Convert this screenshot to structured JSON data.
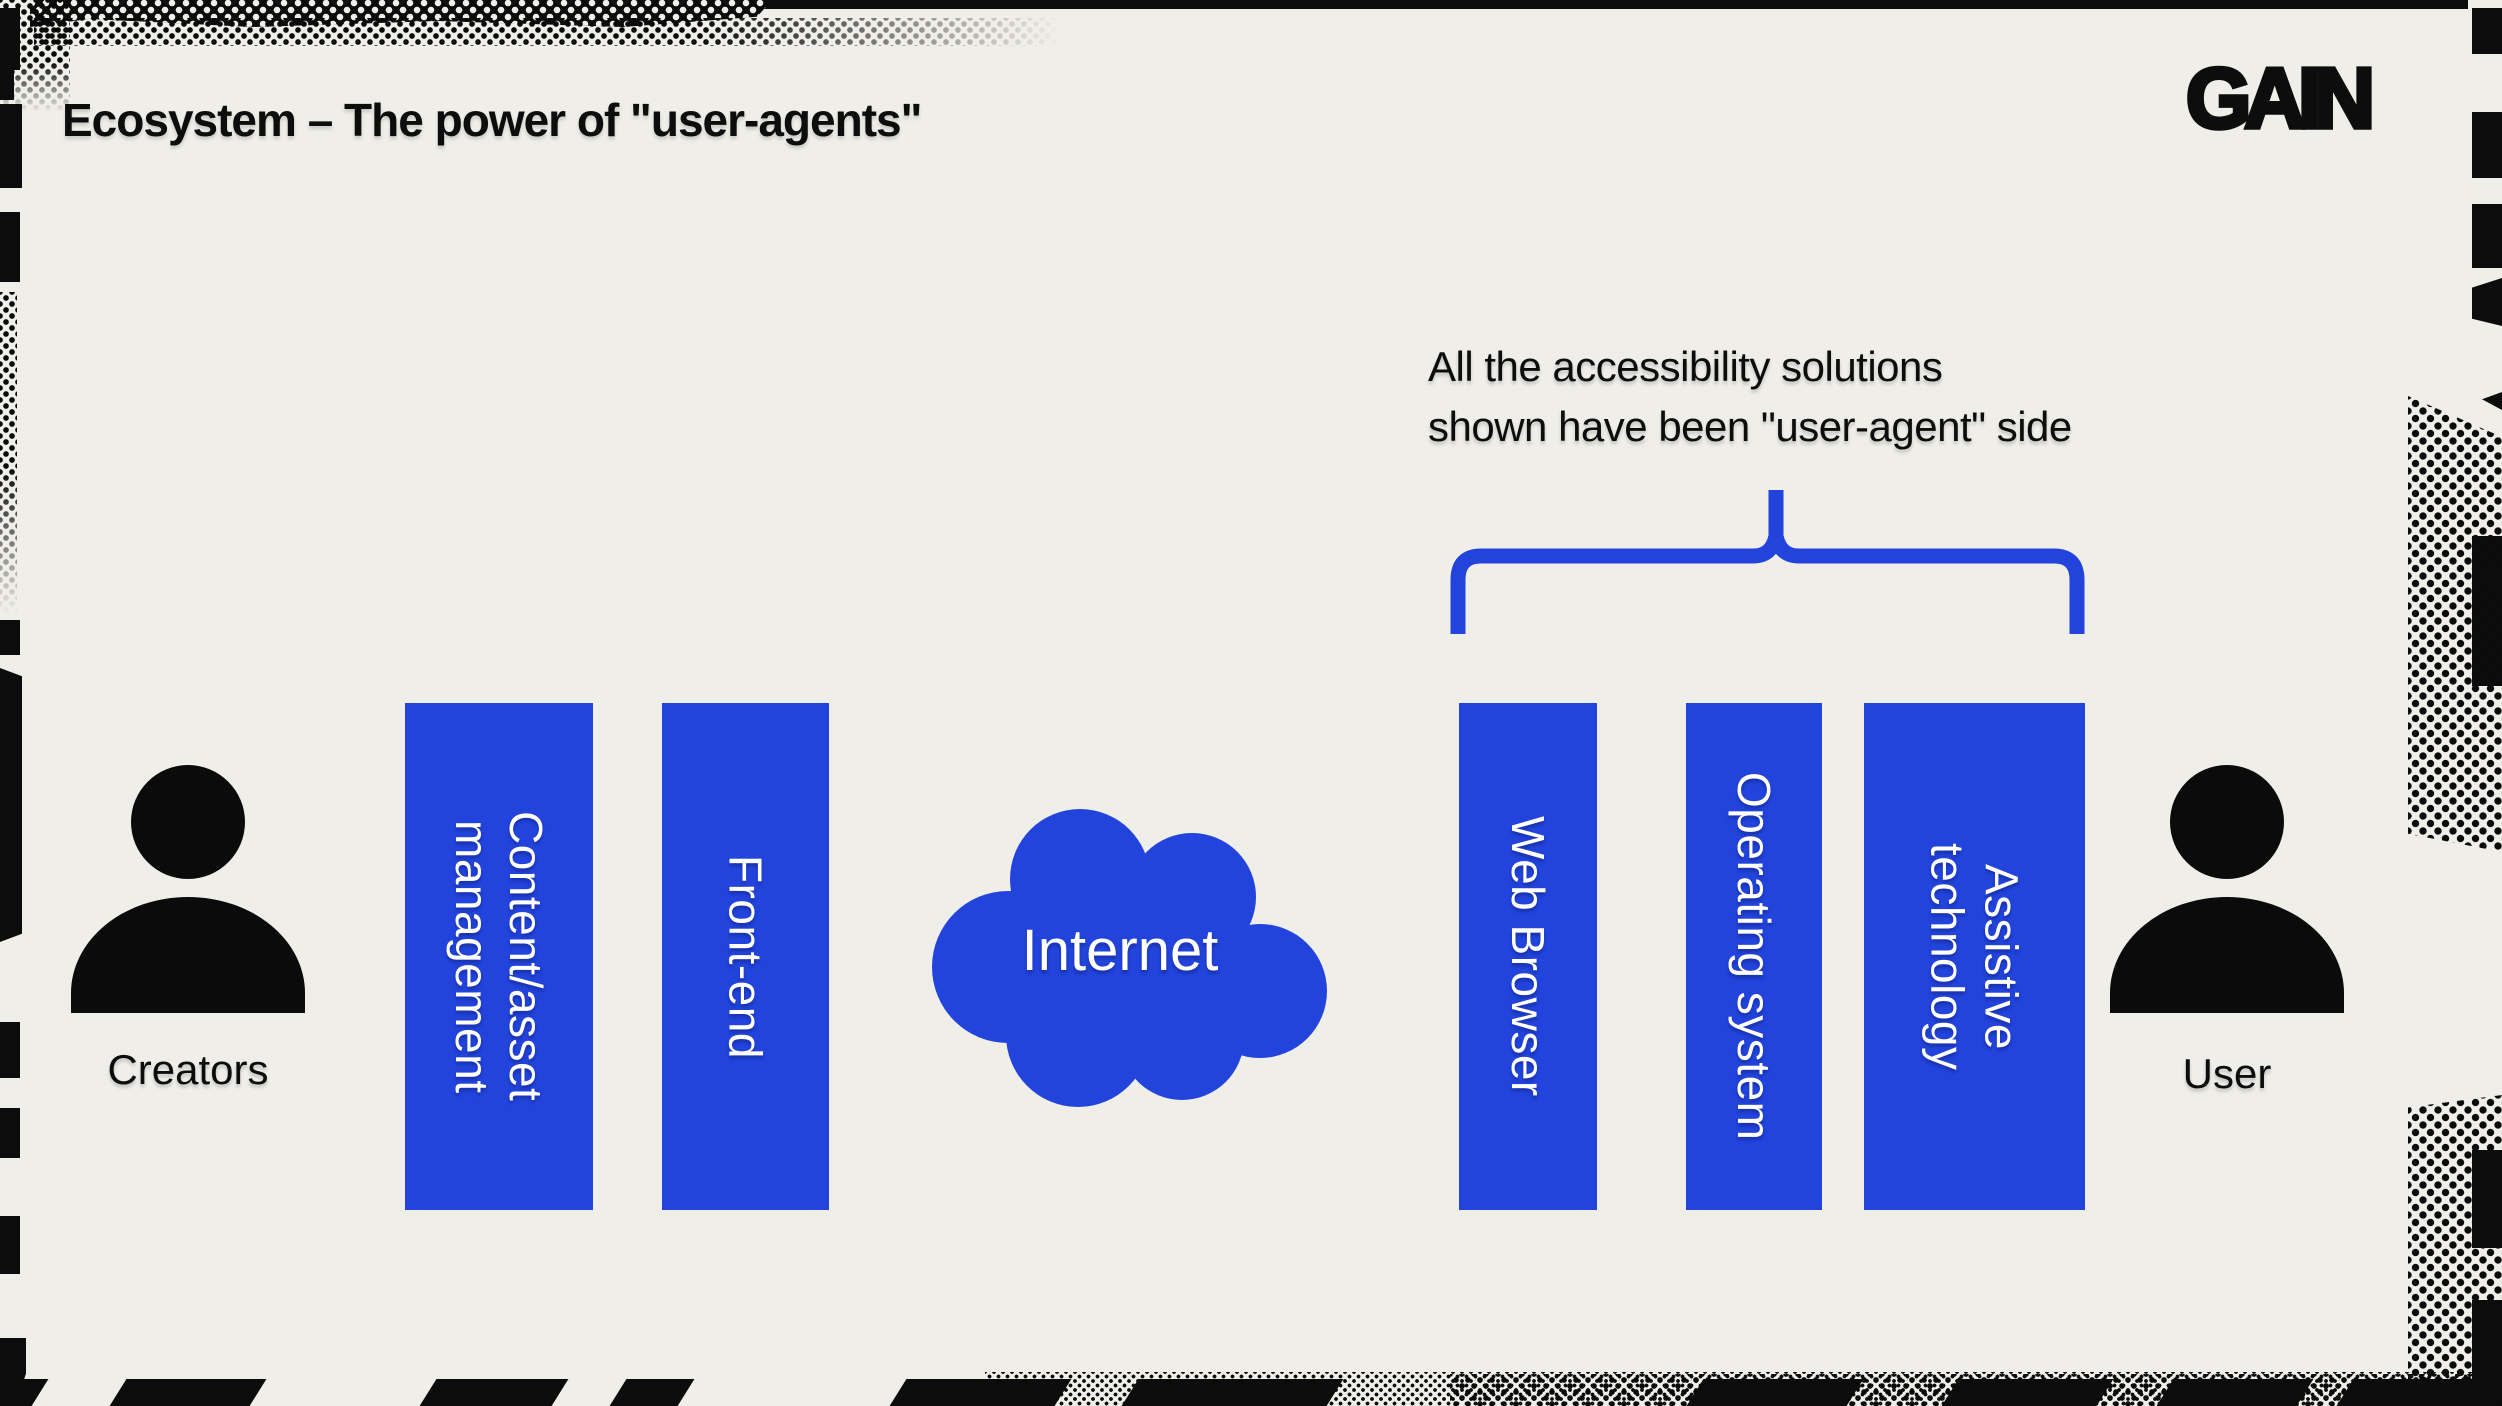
{
  "header": {
    "title": "Ecosystem – The power of \"user-agents\"",
    "brand": "GAIN"
  },
  "annotation": {
    "line1": "All the accessibility solutions",
    "line2": "shown have been \"user-agent\" side"
  },
  "diagram": {
    "creators_label": "Creators",
    "user_label": "User",
    "internet_label": "Internet",
    "bars": [
      {
        "label": "Content/asset management",
        "lines": [
          "Content/asset",
          "management"
        ]
      },
      {
        "label": "Front-end",
        "lines": [
          "Front-end"
        ]
      },
      {
        "label": "Web Browser",
        "lines": [
          "Web Browser"
        ]
      },
      {
        "label": "Operating system",
        "lines": [
          "Operating system"
        ]
      },
      {
        "label": "Assistive technology",
        "lines": [
          "Assistive",
          "technology"
        ]
      }
    ]
  },
  "theme": {
    "accent_blue": "#2244dc",
    "ink": "#0d0d0d",
    "background": "#efeee8",
    "text_on_blue": "#ffffff"
  }
}
